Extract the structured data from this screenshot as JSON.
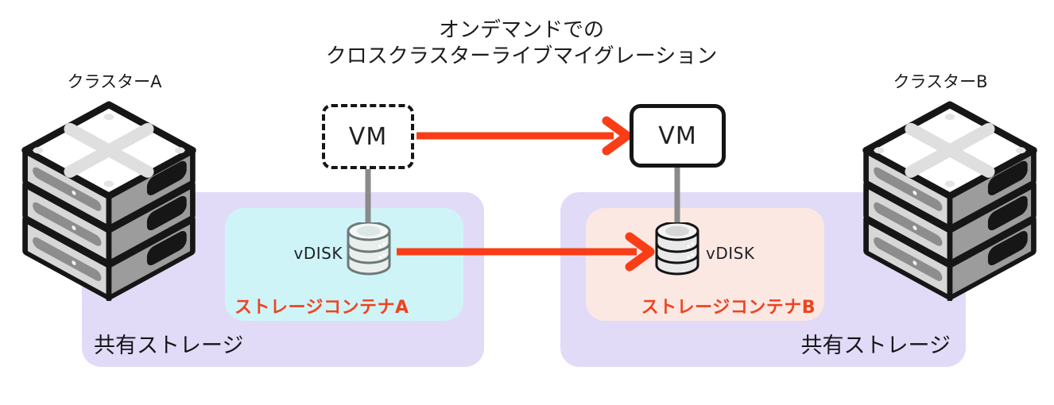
{
  "diagram_title": {
    "line1": "オンデマンドでの",
    "line2": "クロスクラスターライブマイグレーション"
  },
  "clusters": {
    "a_label": "クラスターA",
    "b_label": "クラスターB"
  },
  "vms": {
    "source_label": "VM",
    "dest_label": "VM"
  },
  "vdisks": {
    "source_label": "vDISK",
    "dest_label": "vDISK"
  },
  "storage_containers": {
    "a_label": "ストレージコンテナA",
    "b_label": "ストレージコンテナB"
  },
  "shared_storage": {
    "left_label": "共有ストレージ",
    "right_label": "共有ストレージ"
  },
  "colors": {
    "accent_arrow": "#F93D16",
    "accent_label": "#EF4320",
    "shared_storage_bg": "#E1DBF8",
    "container_a_bg": "#CFF4F7",
    "container_b_bg": "#FCE8E3",
    "connector_gray": "#8A8A8A",
    "outline_dark": "#161616"
  }
}
